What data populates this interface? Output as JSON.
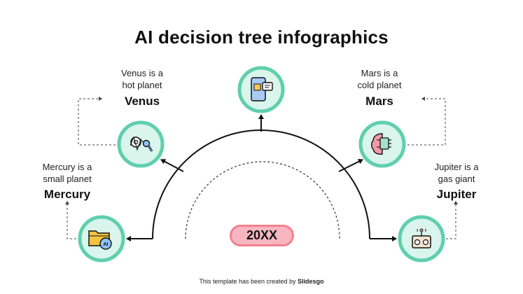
{
  "title": "AI decision tree infographics",
  "center_label": "20XX",
  "nodes": {
    "venus": {
      "name": "Venus",
      "desc_line1": "Venus is a",
      "desc_line2": "hot planet",
      "icon": "settings-search-icon"
    },
    "mars": {
      "name": "Mars",
      "desc_line1": "Mars is a",
      "desc_line2": "cold planet",
      "icon": "brain-chip-icon"
    },
    "mercury": {
      "name": "Mercury",
      "desc_line1": "Mercury is a",
      "desc_line2": "small planet",
      "icon": "ai-folder-icon"
    },
    "jupiter": {
      "name": "Jupiter",
      "desc_line1": "Jupiter is a",
      "desc_line2": "gas giant",
      "icon": "radio-icon"
    },
    "top": {
      "icon": "phone-chat-icon"
    }
  },
  "footer": {
    "text": "This template has been created by ",
    "brand": "Slidesgo"
  },
  "colors": {
    "ring": "#5fcfac",
    "ring_fill": "#d9f5ec",
    "badge_fill": "#f8b6c0",
    "badge_border": "#f3808f"
  }
}
